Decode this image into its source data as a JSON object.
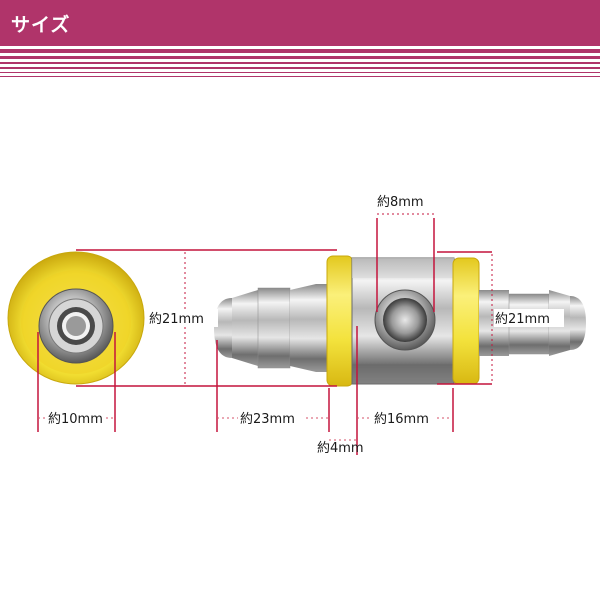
{
  "header": {
    "title": "サイズ",
    "color": "#b0346a"
  },
  "dimensions": {
    "inner_diameter": "約10mm",
    "outer_diameter_left": "約21mm",
    "barb_length": "約23mm",
    "washer_thickness": "約4mm",
    "body_length": "約16mm",
    "hole_diameter": "約8mm",
    "outer_diameter_right": "約21mm"
  },
  "colors": {
    "washer_yellow": "#f1e23a",
    "dimension_line_red": "#c4143c",
    "dimension_dotted": "#d4506a"
  }
}
